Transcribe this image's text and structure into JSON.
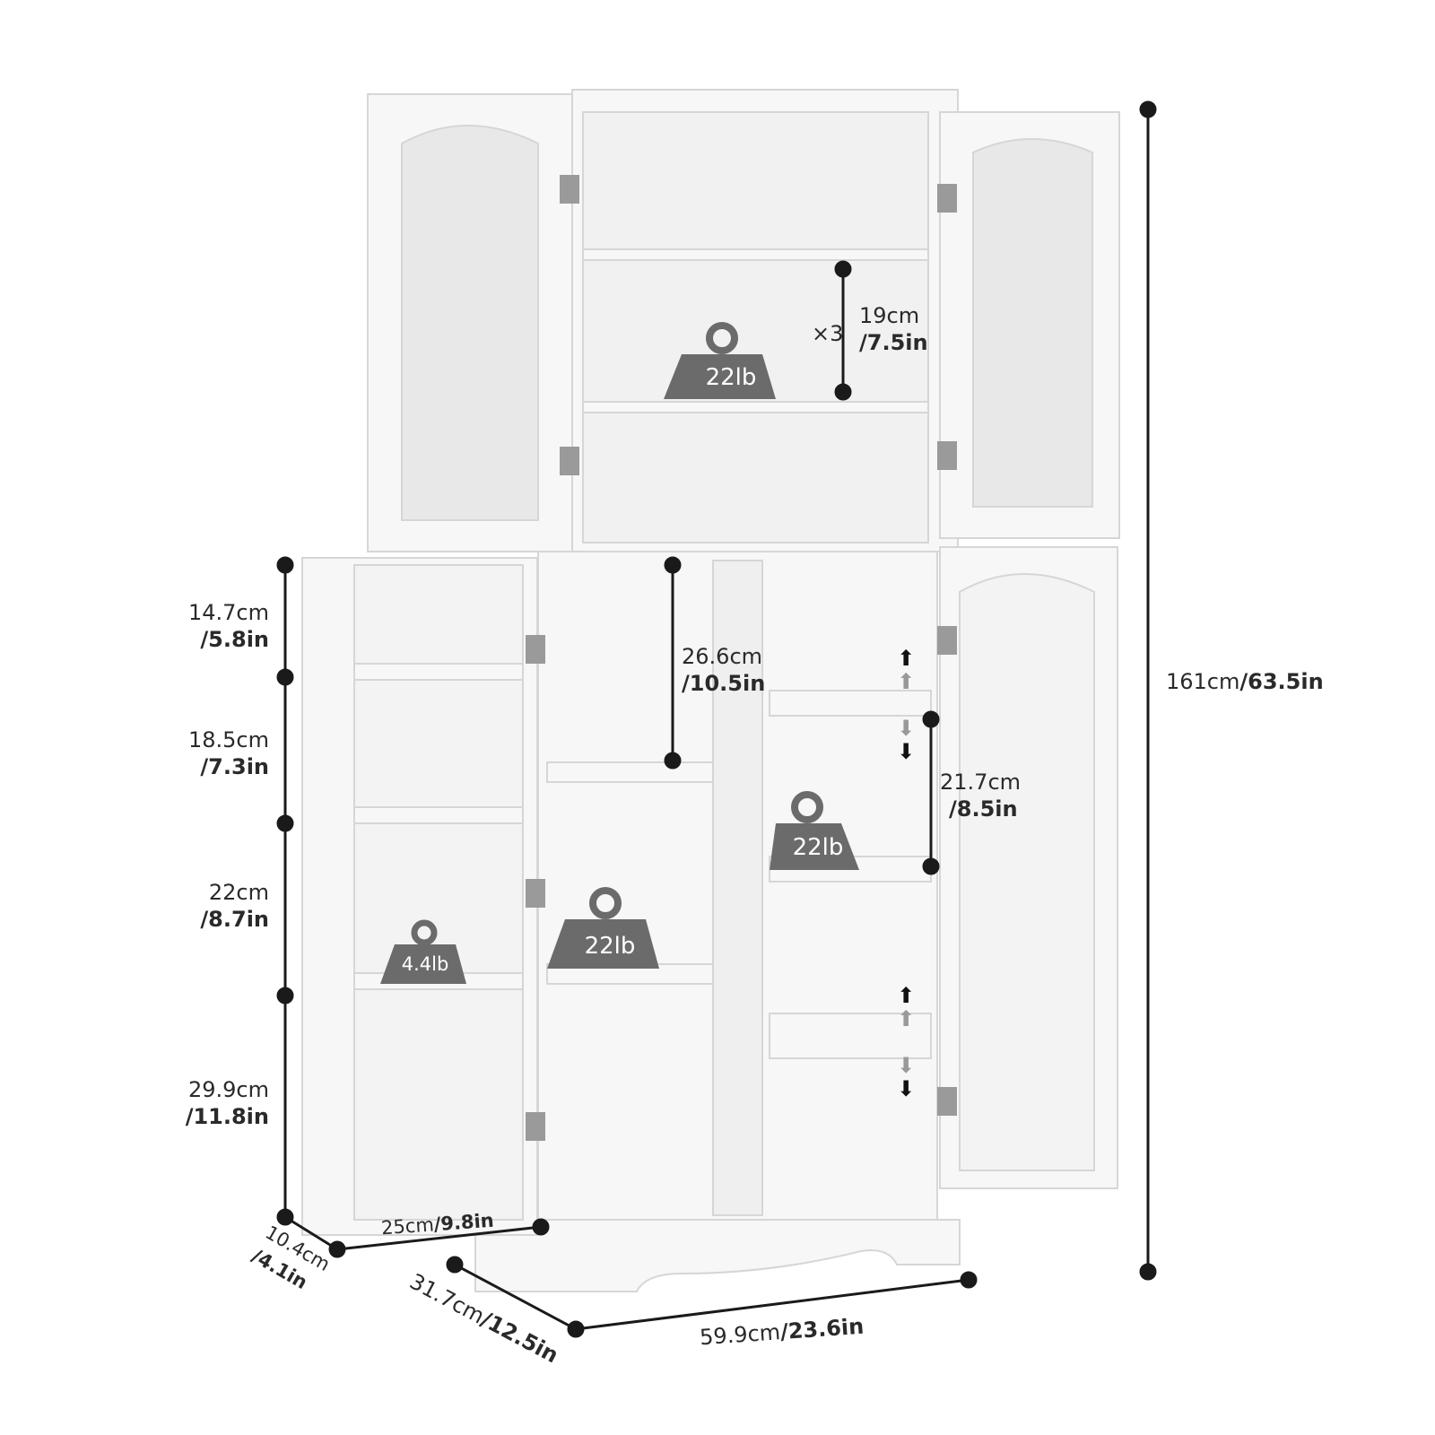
{
  "colors": {
    "cabinet": "#f7f7f7",
    "edge": "#d9d9d9",
    "glass": "#ececec",
    "dimension_line": "#1a1a1a",
    "weight": "#6b6b6b",
    "hinge": "#9a9a9a"
  },
  "dimensions": {
    "total_height": {
      "metric": "161cm",
      "imperial": "/63.5in"
    },
    "upper_shelf_gap": {
      "metric": "19cm",
      "imperial": "/7.5in",
      "count": "×3"
    },
    "middle_compartment": {
      "metric": "26.6cm",
      "imperial": "/10.5in"
    },
    "right_shelf_gap": {
      "metric": "21.7cm",
      "imperial": "/8.5in"
    },
    "door_rack_1": {
      "metric": "14.7cm",
      "imperial": "/5.8in"
    },
    "door_rack_2": {
      "metric": "18.5cm",
      "imperial": "/7.3in"
    },
    "door_rack_3": {
      "metric": "22cm",
      "imperial": "/8.7in"
    },
    "door_rack_4": {
      "metric": "29.9cm",
      "imperial": "/11.8in"
    },
    "door_width": {
      "metric": "25cm",
      "imperial": "/9.8in"
    },
    "door_depth": {
      "metric": "10.4cm",
      "imperial": "/4.1in"
    },
    "depth": {
      "metric": "31.7cm",
      "imperial": "/12.5in"
    },
    "width": {
      "metric": "59.9cm",
      "imperial": "/23.6in"
    }
  },
  "weights": {
    "upper_shelf": "22lb",
    "right_shelf": "22lb",
    "middle_shelf": "22lb",
    "door_rack": "4.4lb"
  }
}
